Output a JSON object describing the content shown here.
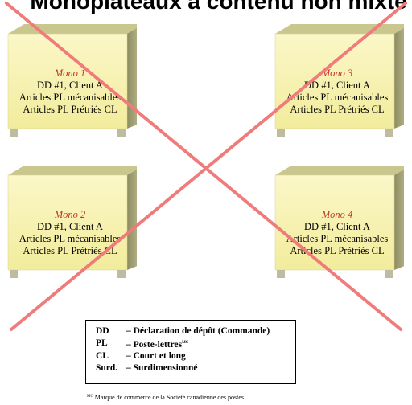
{
  "title": "    Monoplateaux à contenu non mixte",
  "crates": [
    {
      "mono": "Mono 1",
      "lines": [
        "DD #1, Client A",
        "Articles PL mécanisables",
        "Articles PL Prétriés CL"
      ]
    },
    {
      "mono": "Mono 3",
      "lines": [
        "DD #1, Client A",
        "Articles PL mécanisables",
        "Articles PL Prétriés CL"
      ]
    },
    {
      "mono": "Mono 2",
      "lines": [
        "DD #1, Client A",
        "Articles PL mécanisables",
        "Articles PL Prétriés CL"
      ]
    },
    {
      "mono": "Mono 4",
      "lines": [
        "DD #1, Client A",
        "Articles PL mécanisables",
        "Articles PL Prétriés CL"
      ]
    }
  ],
  "legend": [
    {
      "abbr": "DD",
      "def": "– Déclaration de dépôt (Commande)"
    },
    {
      "abbr": "PL",
      "def": "– Poste-lettres",
      "sup": "MC"
    },
    {
      "abbr": "CL",
      "def": "– Court et long"
    },
    {
      "abbr": "Surd.",
      "def": "– Surdimensionné"
    }
  ],
  "footnote": {
    "sup": "MC",
    "text": " Marque de commerce de la Société canadienne des postes"
  },
  "colors": {
    "cross": "#f07b7b",
    "crate_front": "#f8f4b8",
    "crate_side": "#a9a87a",
    "mono_label": "#c0392b"
  }
}
